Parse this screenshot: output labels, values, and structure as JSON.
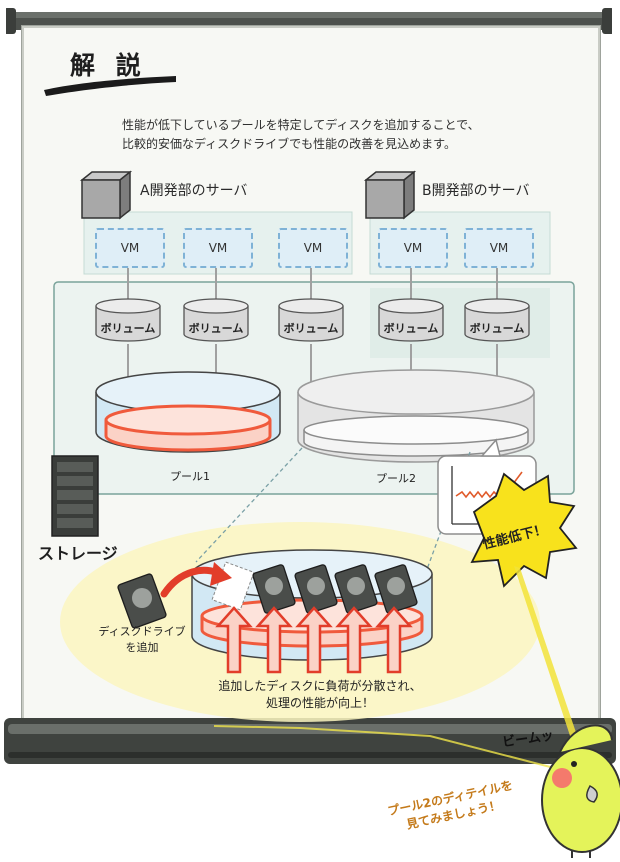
{
  "title": "解 説",
  "intro": {
    "line1": "性能が低下しているプールを特定してディスクを追加することで、",
    "line2": "比較的安価なディスクドライブでも性能の改善を見込めます。"
  },
  "servers": [
    {
      "label": "A開発部のサーバ"
    },
    {
      "label": "B開発部のサーバ"
    }
  ],
  "vms": [
    "VM",
    "VM",
    "VM",
    "VM",
    "VM"
  ],
  "volumes": [
    "ボリューム",
    "ボリューム",
    "ボリューム",
    "ボリューム",
    "ボリューム"
  ],
  "pools": {
    "pool1": "プール1",
    "pool2": "プール2"
  },
  "storage_label": "ストレージ",
  "alert": "性能低下！",
  "disk_add": {
    "line1": "ディスクドライブ",
    "line2": "を追加"
  },
  "bottom_caption": {
    "line1": "追加したディスクに負荷が分散され、",
    "line2": "処理の性能が向上！"
  },
  "beam": "ビームッ",
  "bird_note": {
    "line1": "プール2のディテイルを",
    "line2": "見てみましょう！"
  },
  "colors": {
    "vm_fill": "#dfeef7",
    "vm_border": "#7fb2d6",
    "group_fill": "#e6f1ee",
    "pool_red": "#f05a3c",
    "pool_red_fill": "#fbd2c6",
    "highlight_yellow": "#fbf6c0",
    "alert_yellow": "#f8e21c",
    "beam_yellow": "#f2e33a"
  }
}
